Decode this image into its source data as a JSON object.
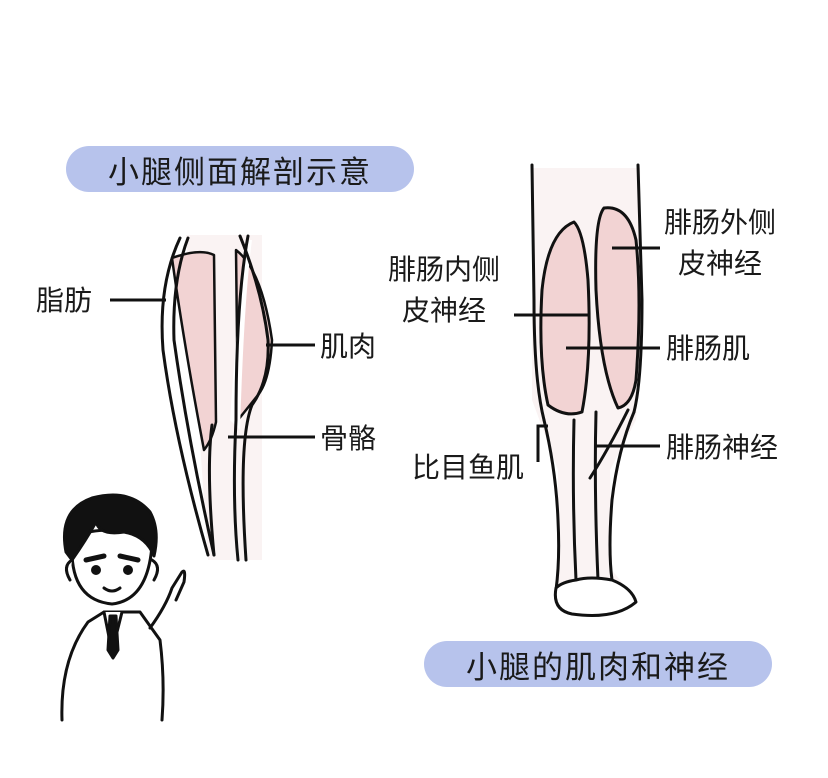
{
  "colors": {
    "pill": "#b7c3ec",
    "muscle": "#f2d3d3",
    "leg_fill": "#faf3f3",
    "line": "#111111"
  },
  "titles": {
    "left": "小腿侧面解剖示意",
    "right": "小腿的肌肉和神经"
  },
  "left_labels": {
    "fat": "脂肪",
    "muscle": "肌肉",
    "bone": "骨骼"
  },
  "right_labels": {
    "medial_nerve_line1": "腓肠内侧",
    "medial_nerve_line2": "皮神经",
    "lateral_nerve_line1": "腓肠外侧",
    "lateral_nerve_line2": "皮神经",
    "gastrocnemius": "腓肠肌",
    "soleus": "比目鱼肌",
    "sural_nerve": "腓肠神经"
  }
}
